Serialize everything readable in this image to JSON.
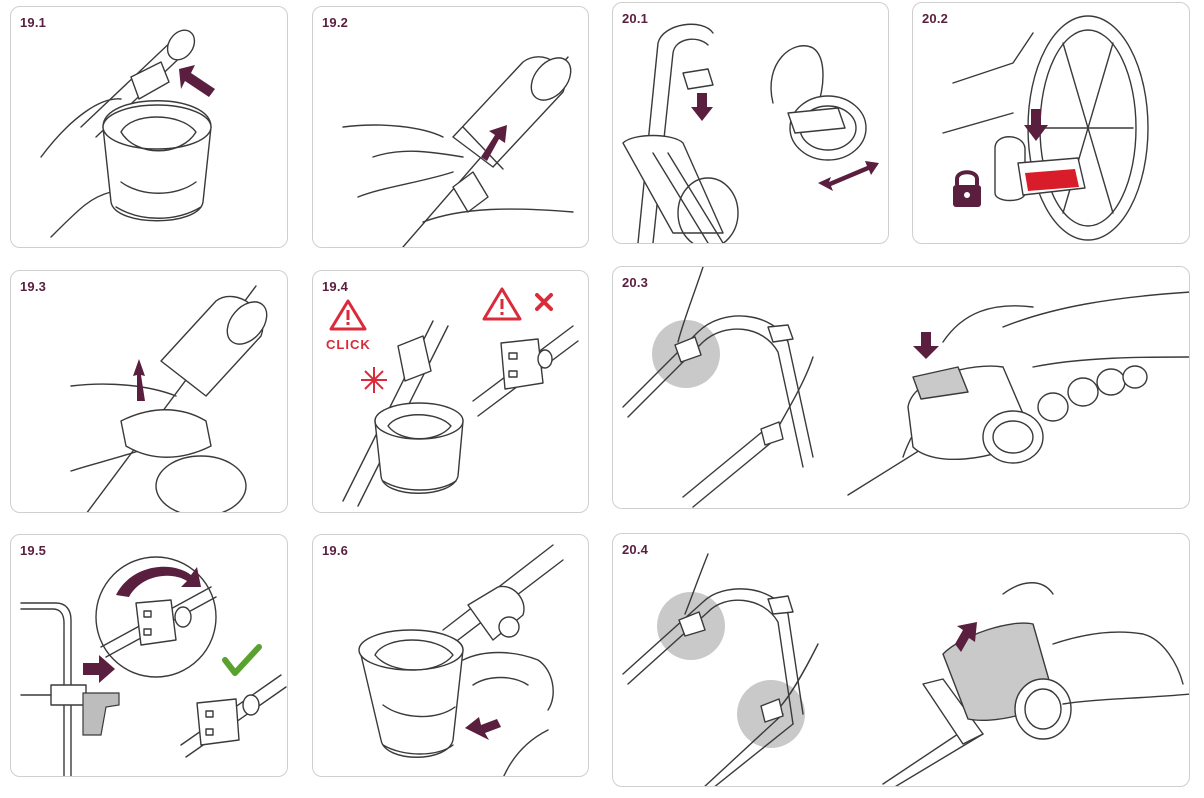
{
  "steps": {
    "s19_1": "19.1",
    "s19_2": "19.2",
    "s20_1": "20.1",
    "s20_2": "20.2",
    "s19_3": "19.3",
    "s19_4": "19.4",
    "s20_3": "20.3",
    "s19_5": "19.5",
    "s19_6": "19.6",
    "s20_4": "20.4"
  },
  "labels": {
    "click": "CLICK"
  },
  "colors": {
    "accent": "#5a1f3e",
    "warning": "#d92b3a",
    "check": "#5aa22e",
    "lock_highlight": "#d91c2a",
    "panel_border": "#cfcfcf",
    "highlight_gray": "#c9c9c9"
  },
  "icons": {
    "lock": "lock-icon",
    "warning": "warning-triangle-icon",
    "cross": "cross-icon",
    "check": "checkmark-icon",
    "arrow": "direction-arrow-icon",
    "burst": "click-burst-icon"
  }
}
